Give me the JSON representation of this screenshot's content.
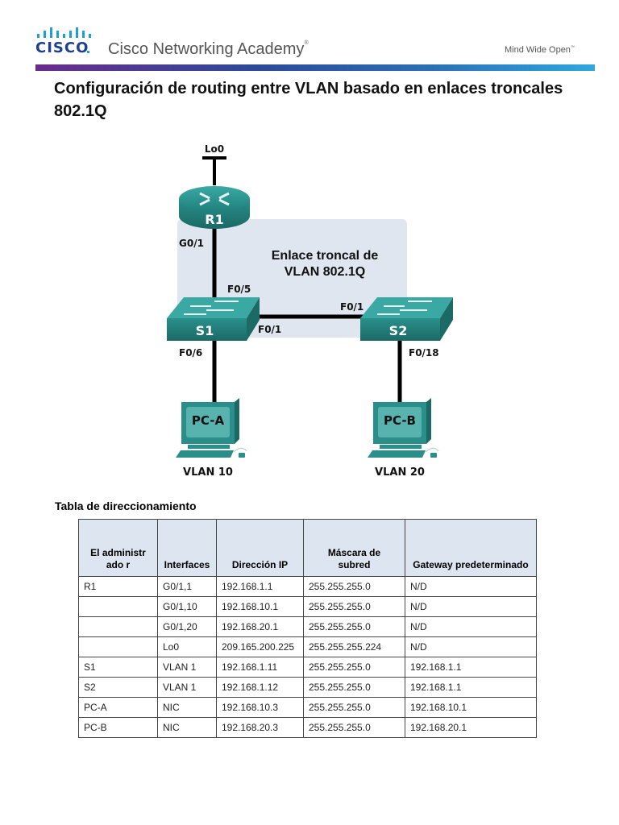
{
  "header": {
    "logo_word": "CISCO",
    "academy_name": "Cisco Networking Academy",
    "academy_mark": "®",
    "tagline": "Mind Wide Open",
    "tagline_mark": "™",
    "colors": {
      "cisco_blue": "#1f3f8f",
      "bar_start": "#6a2c8c",
      "bar_end": "#2ea8de"
    }
  },
  "document": {
    "title": "Configuración de routing entre VLAN basado en enlaces troncales 802.1Q"
  },
  "topology": {
    "colors": {
      "device_teal": "#2a8f8a",
      "device_dark": "#1d6f6b",
      "trunk_area": "#dfe6ef",
      "link": "#000000"
    },
    "trunk_label_line1": "Enlace troncal de",
    "trunk_label_line2": "VLAN 802.1Q",
    "devices": {
      "r1": {
        "label": "R1",
        "loopback": "Lo0",
        "port_down": "G0/1"
      },
      "s1": {
        "label": "S1",
        "port_up": "F0/5",
        "port_right": "F0/1",
        "port_down": "F0/6"
      },
      "s2": {
        "label": "S2",
        "port_left": "F0/1",
        "port_down": "F0/18"
      },
      "pca": {
        "label": "PC-A",
        "vlan": "VLAN 10"
      },
      "pcb": {
        "label": "PC-B",
        "vlan": "VLAN 20"
      }
    }
  },
  "addressing_table": {
    "title": "Tabla de direccionamiento",
    "headers": [
      "El administrado r",
      "Interfaces",
      "Dirección IP",
      "Máscara de subred",
      "Gateway predeterminado"
    ],
    "rows": [
      [
        "R1",
        "G0/1,1",
        "192.168.1.1",
        "255.255.255.0",
        "N/D"
      ],
      [
        "",
        "G0/1,10",
        "192.168.10.1",
        "255.255.255.0",
        "N/D"
      ],
      [
        "",
        "G0/1,20",
        "192.168.20.1",
        "255.255.255.0",
        "N/D"
      ],
      [
        "",
        "Lo0",
        "209.165.200.225",
        "255.255.255.224",
        "N/D"
      ],
      [
        "S1",
        "VLAN 1",
        "192.168.1.11",
        "255.255.255.0",
        "192.168.1.1"
      ],
      [
        "S2",
        "VLAN 1",
        "192.168.1.12",
        "255.255.255.0",
        "192.168.1.1"
      ],
      [
        "PC-A",
        "NIC",
        "192.168.10.3",
        "255.255.255.0",
        "192.168.10.1"
      ],
      [
        "PC-B",
        "NIC",
        "192.168.20.3",
        "255.255.255.0",
        "192.168.20.1"
      ]
    ]
  }
}
